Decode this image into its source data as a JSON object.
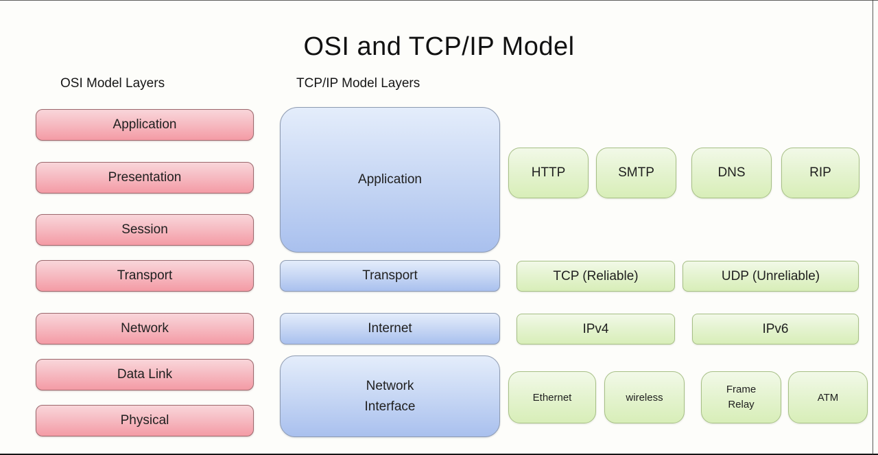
{
  "frame": {
    "title": "OSI and TCP/IP Model"
  },
  "osi": {
    "heading": "OSI Model Layers",
    "layers": [
      "Application",
      "Presentation",
      "Session",
      "Transport",
      "Network",
      "Data Link",
      "Physical"
    ]
  },
  "tcpip": {
    "heading": "TCP/IP Model Layers",
    "layers": [
      "Application",
      "Transport",
      "Internet",
      "Network Interface"
    ]
  },
  "protocols": {
    "application_row": [
      "HTTP",
      "SMTP",
      "DNS",
      "RIP"
    ],
    "transport_row": [
      "TCP (Reliable)",
      "UDP (Unreliable)"
    ],
    "internet_row": [
      "IPv4",
      "IPv6"
    ],
    "network_interface_row": [
      "Ethernet",
      "wireless",
      "Frame Relay",
      "ATM"
    ]
  },
  "colors": {
    "background": "#fdfdfa",
    "text": "#1f1f1f",
    "osi_box_top": "#f9d6da",
    "osi_box_bottom": "#f49ba5",
    "osi_box_border": "#9c686d",
    "tcpip_box_top": "#e4edfb",
    "tcpip_box_bottom": "#a9c0ee",
    "tcpip_box_border": "#8d9ab1",
    "protocol_box_top": "#f2f9e8",
    "protocol_box_bottom": "#d8eeb8",
    "protocol_box_border": "#a6bf85"
  }
}
